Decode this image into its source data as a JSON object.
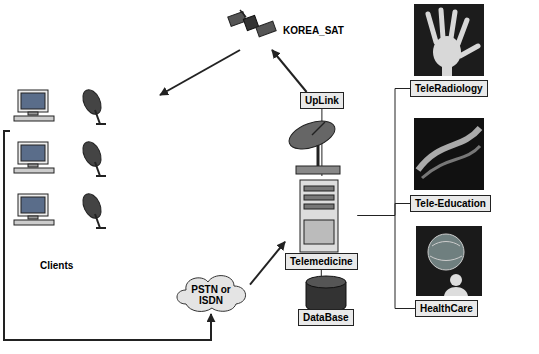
{
  "diagram": {
    "nodes": [
      {
        "text": [
          "KOREA_SAT"
        ]
      },
      {
        "text": [
          "Clients"
        ]
      },
      {
        "text": [
          "PSTN or ISDN"
        ]
      },
      {
        "text": [
          "UpLink"
        ]
      },
      {
        "text": [
          "Telemedicine"
        ]
      },
      {
        "text": [
          "DataBase"
        ]
      },
      {
        "text": [
          "TeleRadiology"
        ]
      },
      {
        "text": [
          "Tele-Education"
        ]
      },
      {
        "text": [
          "HealthCare"
        ]
      }
    ],
    "edges": [
      {
        "from": 0,
        "to": 1,
        "arrow": "to"
      },
      {
        "from": 3,
        "to": 0,
        "arrow": "to"
      },
      {
        "from": 1,
        "to": 2,
        "arrow": "to"
      },
      {
        "from": 2,
        "to": 4,
        "arrow": "to"
      },
      {
        "from": 3,
        "to": 4,
        "arrow": "none"
      },
      {
        "from": 4,
        "to": 5,
        "arrow": "none"
      },
      {
        "from": 4,
        "to": 6,
        "arrow": "none"
      },
      {
        "from": 4,
        "to": 7,
        "arrow": "none"
      },
      {
        "from": 4,
        "to": 8,
        "arrow": "none"
      }
    ]
  }
}
